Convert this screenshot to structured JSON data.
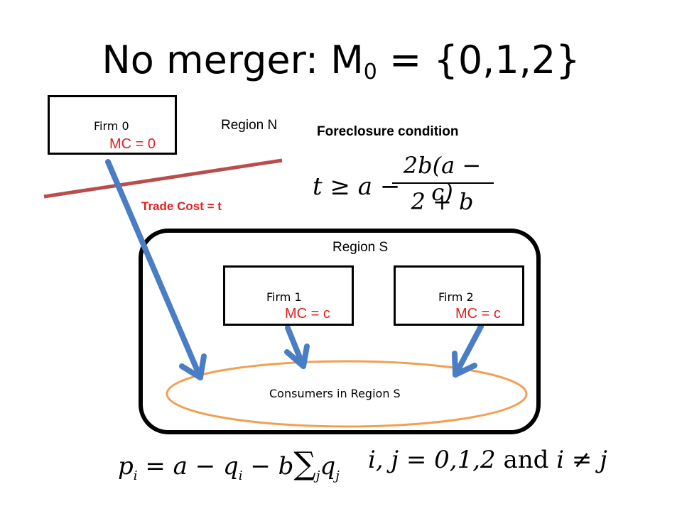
{
  "slide": {
    "title": "No merger: M",
    "title_sub": "0",
    "title_rest": " = {0,1,2}"
  },
  "firms": {
    "firm0": {
      "name": "Firm 0",
      "mc": "MC = 0"
    },
    "firm1": {
      "name": "Firm 1",
      "mc": "MC = c"
    },
    "firm2": {
      "name": "Firm 2",
      "mc": "MC = c"
    }
  },
  "regions": {
    "north": "Region N",
    "south": "Region S"
  },
  "consumers": "Consumers in Region S",
  "trade_cost": "Trade Cost = t",
  "foreclosure": {
    "heading": "Foreclosure condition",
    "lhs": "t ≥ a −",
    "numerator": "2b(a − c)",
    "denominator": "2 + b"
  },
  "demand": {
    "price": "p",
    "price_sub": "i",
    "eq_a": " = a − q",
    "q_sub": "i",
    "minus_b": " − b",
    "sum": "∑",
    "sum_sub": "j",
    "qj": "q",
    "qj_sub": "j",
    "indices": "i, j = 0,1,2",
    "and": " and ",
    "neq": "i ≠ j"
  },
  "colors": {
    "arrow": "#4a7ec4",
    "border_line": "#b84d4d",
    "ellipse": "#f0a050",
    "mc_text": "#e02020"
  }
}
